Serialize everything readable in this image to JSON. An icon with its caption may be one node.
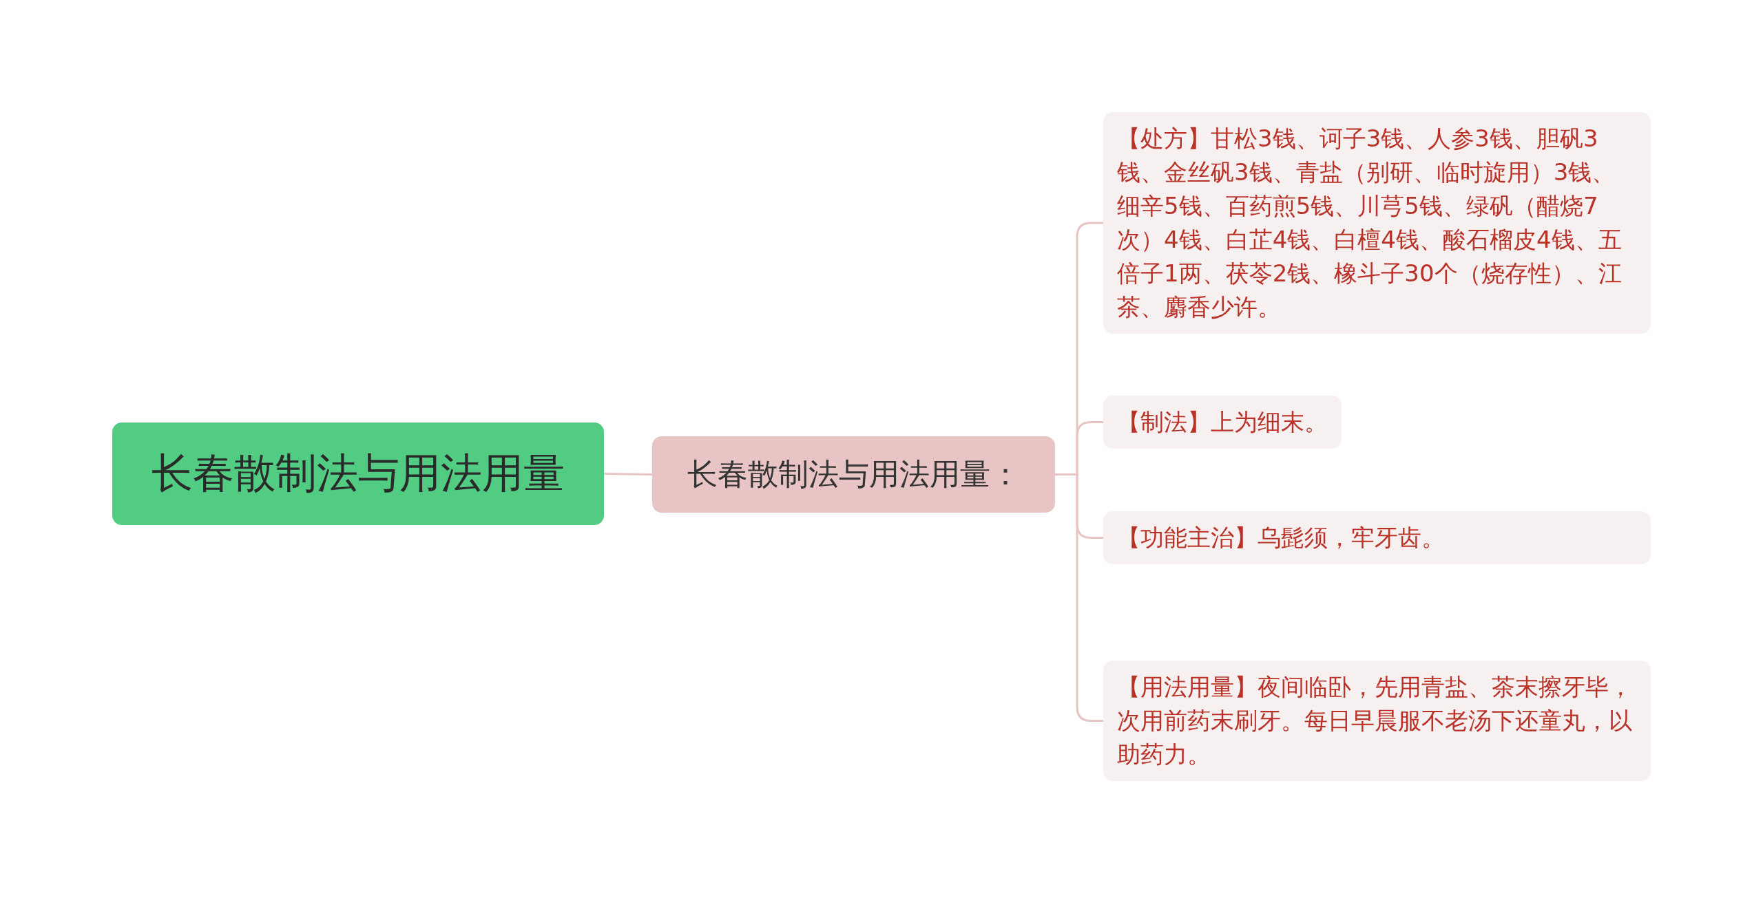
{
  "diagram": {
    "nodes": [
      {
        "text": [
          "长春散制法与用法用量"
        ]
      },
      {
        "text": [
          "长春散制法与用法用量："
        ]
      },
      {
        "text": [
          "【处方】甘松3钱、诃子3钱、人参3钱、胆矾3钱、金丝矾3钱、青盐（别研、临时旋用）3钱、细辛5钱、百药煎5钱、川芎5钱、绿矾（醋烧7次）4钱、白芷4钱、白檀4钱、酸石榴皮4钱、五倍子1两、茯苓2钱、橡斗子30个（烧存性）、江茶、麝香少许。"
        ]
      },
      {
        "text": [
          "【制法】上为细末。"
        ]
      },
      {
        "text": [
          "【功能主治】乌髭须，牢牙齿。"
        ]
      },
      {
        "text": [
          "【用法用量】夜间临卧，先用青盐、茶末擦牙毕，次用前药末刷牙。每日早晨服不老汤下还童丸，以助药力。"
        ]
      }
    ],
    "edges": [
      {
        "from": 0,
        "to": 1,
        "arrow": "none"
      },
      {
        "from": 1,
        "to": 2,
        "arrow": "none"
      },
      {
        "from": 1,
        "to": 3,
        "arrow": "none"
      },
      {
        "from": 1,
        "to": 4,
        "arrow": "none"
      },
      {
        "from": 1,
        "to": 5,
        "arrow": "none"
      }
    ]
  }
}
